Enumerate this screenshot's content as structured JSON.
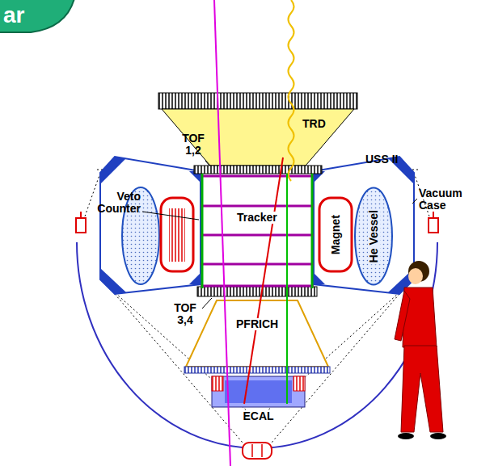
{
  "diagram": {
    "nodes": [
      {
        "text": [
          "ar"
        ]
      },
      {
        "text": [
          "TRD"
        ]
      },
      {
        "text": [
          "Tracker"
        ]
      },
      {
        "text": [
          "Magnet"
        ]
      },
      {
        "text": [
          "He Vessel"
        ]
      },
      {
        "text": [
          "PFRICH"
        ]
      },
      {
        "text": [
          "ECAL"
        ]
      }
    ],
    "labels": [
      "TOF 1,2",
      "USS II",
      "Veto Counter",
      "Vacuum Case",
      "TOF 3,4"
    ]
  }
}
